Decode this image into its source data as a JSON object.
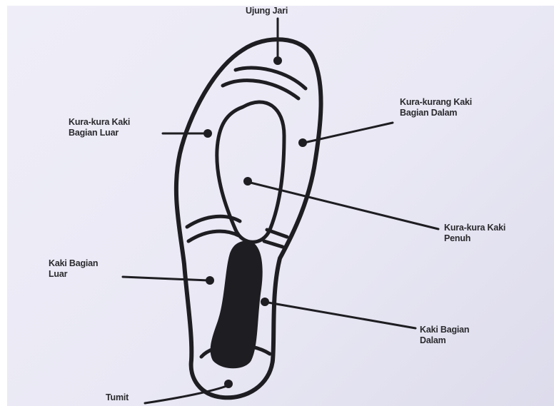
{
  "labels": {
    "ujung_jari": "Ujung Jari",
    "kura_luar": [
      "Kura-kura Kaki",
      "Bagian Luar"
    ],
    "kura_dalam": [
      "Kura-kurang Kaki",
      "Bagian Dalam"
    ],
    "kura_penuh": [
      "Kura-kura Kaki",
      "Penuh"
    ],
    "kaki_luar": [
      "Kaki Bagian",
      "Luar"
    ],
    "kaki_dalam": [
      "Kaki Bagian",
      "Dalam"
    ],
    "tumit": "Tumit"
  },
  "colors": {
    "ink": "#1e1e22",
    "paper": "#ebeaf5"
  }
}
